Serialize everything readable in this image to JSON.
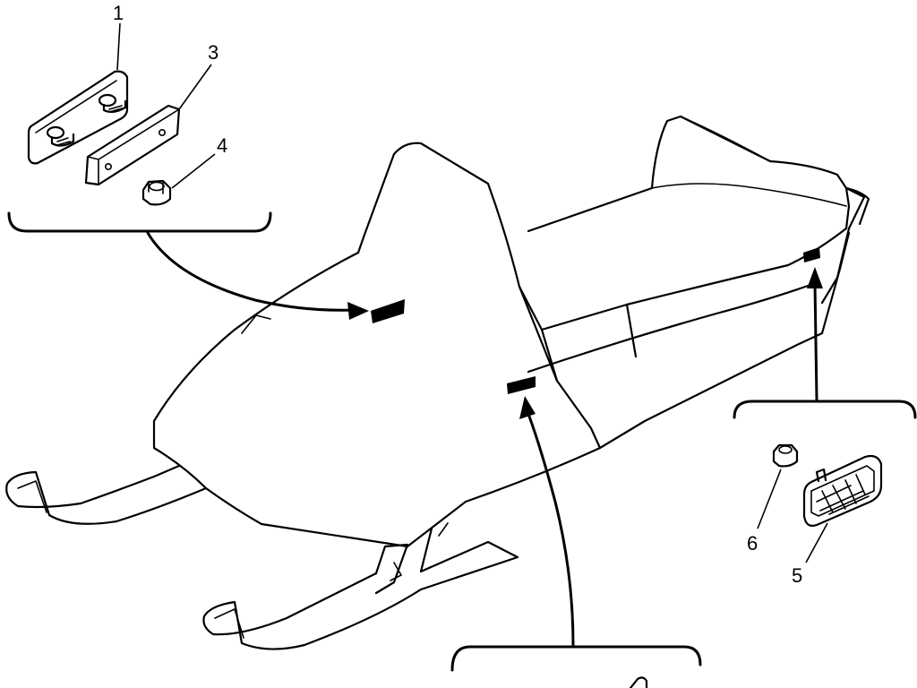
{
  "callouts": {
    "item_1": "1",
    "item_3": "3",
    "item_4": "4",
    "item_5": "5",
    "item_6": "6"
  },
  "colors": {
    "line": "#000000",
    "background": "#ffffff"
  }
}
